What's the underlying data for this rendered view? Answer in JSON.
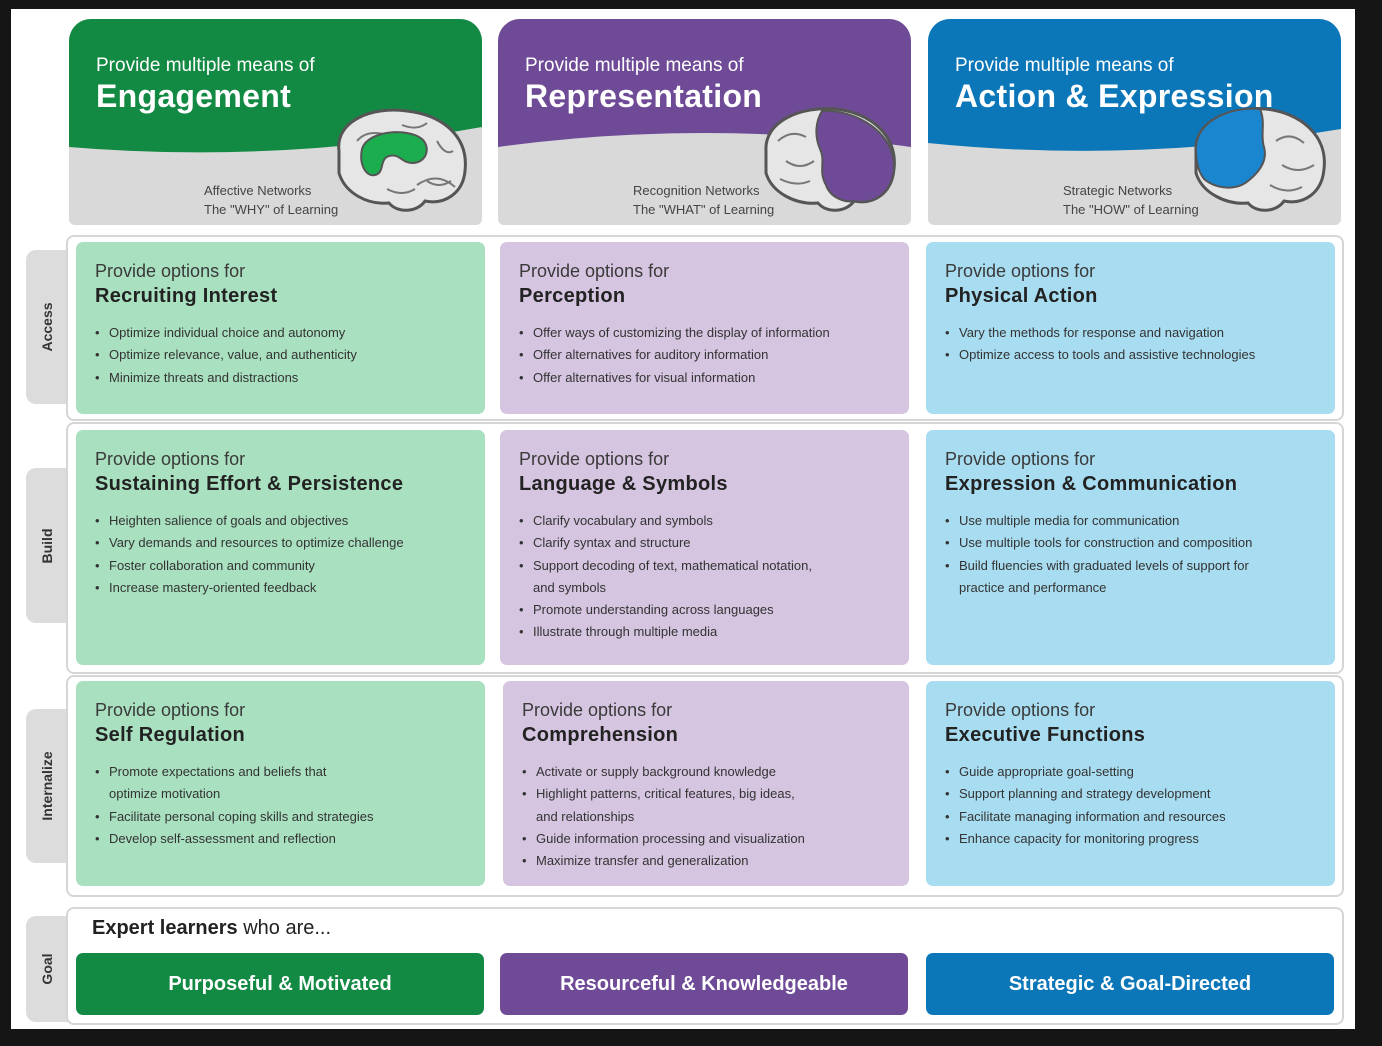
{
  "colors": {
    "green": "#138a43",
    "purple": "#6f4b97",
    "blue": "#0b77b8"
  },
  "columns": [
    {
      "provide": "Provide multiple means of",
      "title": "Engagement",
      "network": "Affective Networks",
      "why": "The \"WHY\" of Learning",
      "brain_icon": "brain-limbic-icon"
    },
    {
      "provide": "Provide multiple means of",
      "title": "Representation",
      "network": "Recognition Networks",
      "why": "The \"WHAT\" of Learning",
      "brain_icon": "brain-posterior-icon"
    },
    {
      "provide": "Provide multiple means of",
      "title": "Action & Expression",
      "network": "Strategic Networks",
      "why": "The \"HOW\" of Learning",
      "brain_icon": "brain-frontal-icon"
    }
  ],
  "rows": {
    "access": {
      "label": "Access",
      "cards": [
        {
          "provide": "Provide options for",
          "title": "Recruiting Interest",
          "items": [
            "Optimize individual choice and autonomy",
            "Optimize relevance, value, and authenticity",
            "Minimize threats and distractions"
          ]
        },
        {
          "provide": "Provide options for",
          "title": "Perception",
          "items": [
            "Offer ways of customizing the display of information",
            "Offer alternatives for auditory information",
            "Offer alternatives for visual information"
          ]
        },
        {
          "provide": "Provide options for",
          "title": "Physical Action",
          "items": [
            "Vary the methods for response and navigation",
            "Optimize access to tools and assistive technologies"
          ]
        }
      ]
    },
    "build": {
      "label": "Build",
      "cards": [
        {
          "provide": "Provide options for",
          "title": "Sustaining Effort & Persistence",
          "items": [
            "Heighten salience of goals and objectives",
            "Vary demands and resources to optimize challenge",
            "Foster collaboration and community",
            "Increase mastery-oriented feedback"
          ]
        },
        {
          "provide": "Provide options for",
          "title": "Language & Symbols",
          "items": [
            "Clarify vocabulary and symbols",
            "Clarify syntax and structure",
            "Support decoding of text, mathematical notation,\nand symbols",
            "Promote understanding across languages",
            "Illustrate through multiple media"
          ]
        },
        {
          "provide": "Provide options for",
          "title": "Expression & Communication",
          "items": [
            "Use multiple media for communication",
            "Use multiple tools for construction and composition",
            "Build fluencies with graduated levels of support for\npractice and performance"
          ]
        }
      ]
    },
    "internalize": {
      "label": "Internalize",
      "cards": [
        {
          "provide": "Provide options for",
          "title": "Self Regulation",
          "items": [
            "Promote expectations and beliefs that\noptimize motivation",
            "Facilitate personal coping skills and strategies",
            "Develop self-assessment and reflection"
          ]
        },
        {
          "provide": "Provide options for",
          "title": "Comprehension",
          "items": [
            "Activate or supply background knowledge",
            "Highlight patterns, critical features, big ideas,\nand relationships",
            "Guide information processing and visualization",
            "Maximize transfer and generalization"
          ]
        },
        {
          "provide": "Provide options for",
          "title": "Executive Functions",
          "items": [
            "Guide appropriate goal-setting",
            "Support planning and strategy development",
            "Facilitate managing information and resources",
            "Enhance capacity for monitoring progress"
          ]
        }
      ]
    }
  },
  "goal": {
    "label": "Goal",
    "expert_bold": "Expert learners",
    "expert_rest": " who are...",
    "outcomes": [
      "Purposeful & Motivated",
      "Resourceful & Knowledgeable",
      "Strategic & Goal-Directed"
    ]
  }
}
